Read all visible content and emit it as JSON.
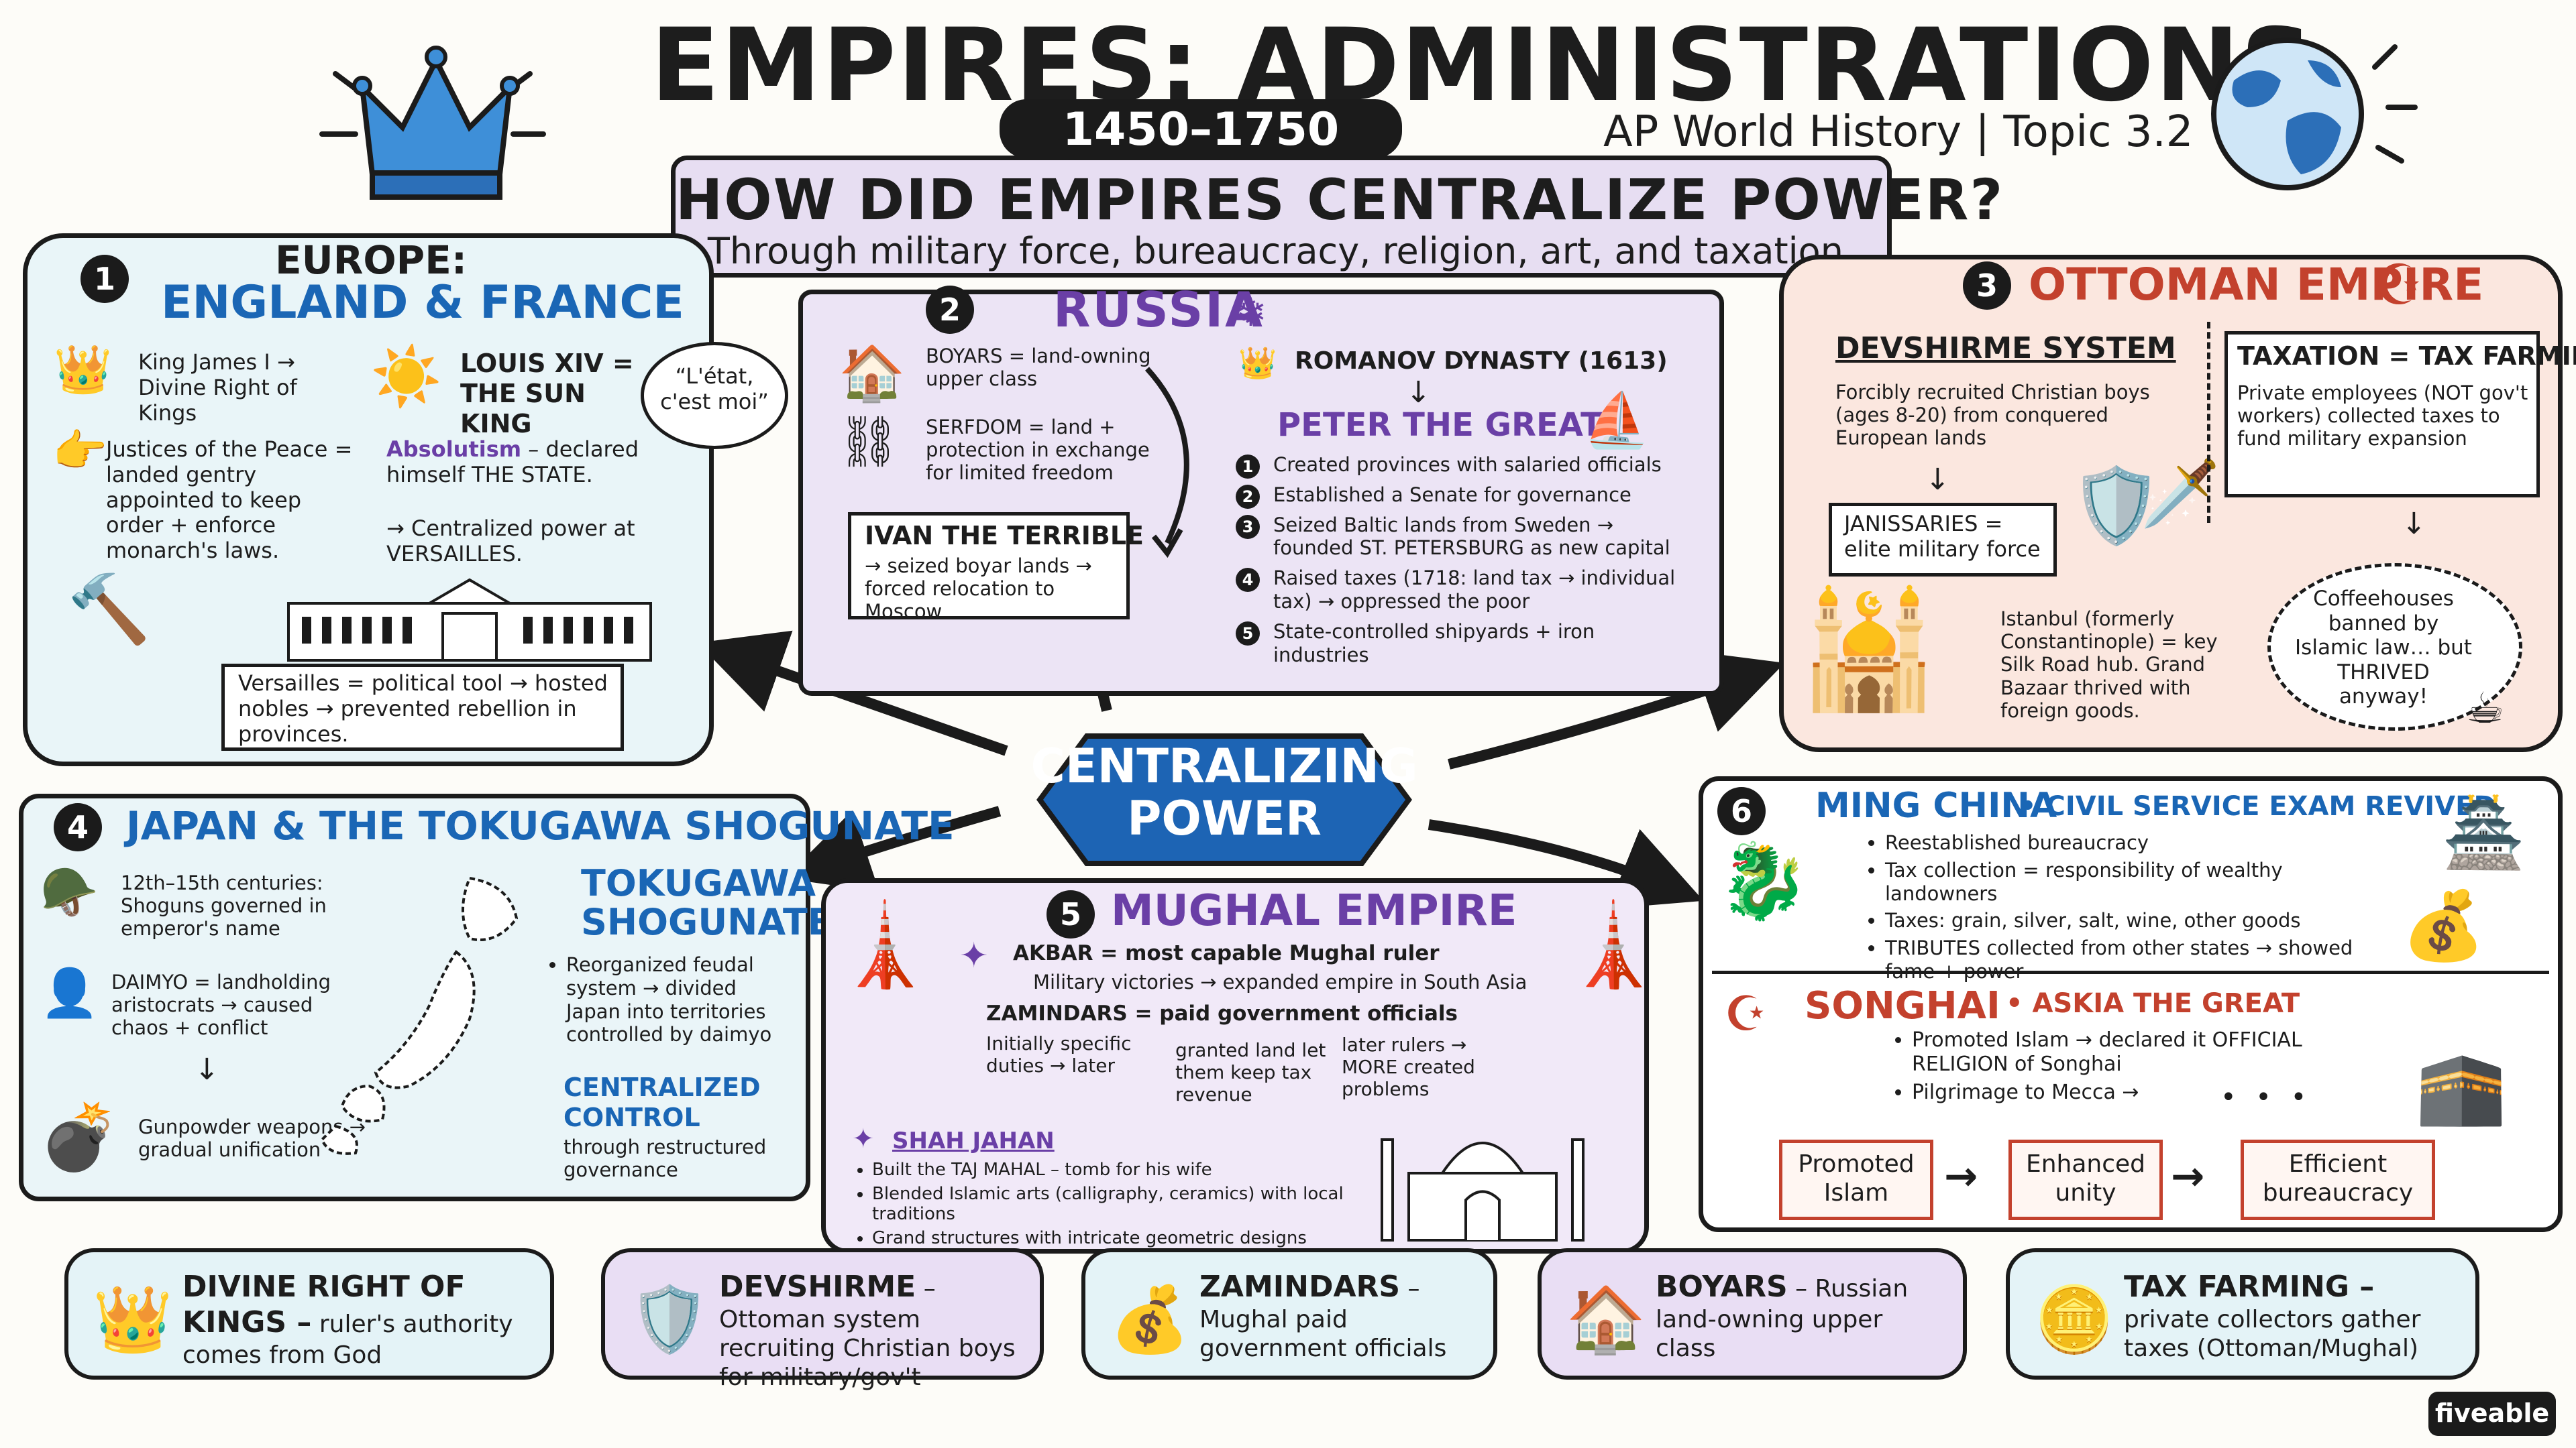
{
  "header": {
    "title": "EMPIRES: ADMINISTRATIONS",
    "years": "1450–1750",
    "subtitle": "AP World History | Topic 3.2",
    "question": "HOW DID EMPIRES CENTRALIZE POWER?",
    "answer": "Through military force, bureaucracy, religion, art, and taxation."
  },
  "center": {
    "label_line1": "CENTRALIZING",
    "label_line2": "POWER"
  },
  "europe": {
    "num": "1",
    "title_line1": "EUROPE:",
    "title_line2": "ENGLAND & FRANCE",
    "james": "King James I → Divine Right of Kings",
    "louis_title": "LOUIS XIV = THE SUN KING",
    "quote": "“L'état, c'est moi”",
    "justices": "Justices of the Peace = landed gentry appointed to keep order + enforce monarch's laws.",
    "absolutism_term": "Absolutism",
    "absolutism_text": "– declared himself THE STATE.",
    "centralized": "→ Centralized power at VERSAILLES.",
    "versailles": "Versailles = political tool → hosted nobles → prevented rebellion in provinces."
  },
  "russia": {
    "num": "2",
    "title": "RUSSIA",
    "boyars": "BOYARS = land-owning upper class",
    "serfdom": "SERFDOM = land + protection in exchange for limited freedom",
    "ivan_title": "IVAN THE TERRIBLE",
    "ivan_text": "→ seized boyar lands → forced relocation to Moscow",
    "romanov": "ROMANOV DYNASTY (1613)",
    "peter": "PETER THE GREAT",
    "items": [
      {
        "n": "1",
        "text": "Created provinces with salaried officials"
      },
      {
        "n": "2",
        "text": "Established a Senate for governance"
      },
      {
        "n": "3",
        "text": "Seized Baltic lands from Sweden → founded ST. PETERSBURG as new capital"
      },
      {
        "n": "4",
        "text": "Raised taxes (1718: land tax → individual tax) → oppressed the poor"
      },
      {
        "n": "5",
        "text": "State-controlled shipyards + iron industries"
      }
    ]
  },
  "ottoman": {
    "num": "3",
    "title": "OTTOMAN EMPIRE",
    "devshirme_title": "DEVSHIRME SYSTEM",
    "devshirme_text": "Forcibly recruited Christian boys (ages 8-20) from conquered European lands",
    "janissaries": "JANISSARIES = elite military force",
    "tax_title": "TAXATION = TAX FARMING",
    "tax_text": "Private employees (NOT gov't workers) collected taxes to fund military expansion",
    "istanbul": "Istanbul (formerly Constantinople) = key Silk Road hub. Grand Bazaar thrived with foreign goods.",
    "coffee": "Coffeehouses banned by Islamic law… but THRIVED anyway!"
  },
  "japan": {
    "num": "4",
    "title": "JAPAN & THE TOKUGAWA SHOGUNATE",
    "centuries": "12th–15th centuries: Shoguns governed in emperor's name",
    "daimyo": "DAIMYO = landholding aristocrats → caused chaos + conflict",
    "gunpowder": "Gunpowder weapons → gradual unification",
    "toku_title_line1": "TOKUGAWA",
    "toku_title_line2": "SHOGUNATE",
    "reorganized": "Reorganized feudal system → divided Japan into territories controlled by daimyo",
    "central_title": "CENTRALIZED CONTROL",
    "central_rest": "through restructured governance"
  },
  "mughal": {
    "num": "5",
    "title": "MUGHAL EMPIRE",
    "akbar": "AKBAR = most capable Mughal ruler",
    "akbar_sub": "Military victories → expanded empire in South Asia",
    "zamindars": "ZAMINDARS = paid government officials",
    "z_flow1": "Initially specific duties → later",
    "z_flow2": "granted land let them keep tax revenue",
    "z_flow3": "later rulers → MORE created problems",
    "shah": "SHAH JAHAN",
    "shah_items": [
      "Built the TAJ MAHAL – tomb for his wife",
      "Blended Islamic arts (calligraphy, ceramics) with local traditions",
      "Grand structures with intricate geometric designs"
    ]
  },
  "ming": {
    "num": "6",
    "title": "MING CHINA",
    "subtitle": "• CIVIL SERVICE EXAM REVIVED",
    "items": [
      "Reestablished bureaucracy",
      "Tax collection = responsibility of wealthy landowners",
      "Taxes: grain, silver, salt, wine, other goods",
      "TRIBUTES collected from other states → showed fame + power"
    ]
  },
  "songhai": {
    "title": "SONGHAI",
    "subtitle": "• ASKIA THE GREAT",
    "items": [
      "Promoted Islam → declared it OFFICIAL RELIGION of Songhai",
      "Pilgrimage to Mecca →"
    ],
    "flow": [
      "Promoted Islam",
      "Enhanced unity",
      "Efficient bureaucracy"
    ]
  },
  "glossary": [
    {
      "icon": "crown-icon",
      "term": "DIVINE RIGHT OF KINGS –",
      "def": "ruler's authority comes from God"
    },
    {
      "icon": "shield-icon",
      "term": "DEVSHIRME",
      "def": "– Ottoman system recruiting Christian boys for military/gov't"
    },
    {
      "icon": "money-bag-icon",
      "term": "ZAMINDARS",
      "def": "– Mughal paid government officials"
    },
    {
      "icon": "house-icon",
      "term": "BOYARS",
      "def": "– Russian land-owning upper class"
    },
    {
      "icon": "coins-icon",
      "term": "TAX FARMING –",
      "def": "private collectors gather taxes (Ottoman/Mughal)"
    }
  ],
  "brand": "fiveable",
  "colors": {
    "europe_bg": "#e9f5f8",
    "russia_bg": "#ece4f5",
    "ottoman_bg": "#fbe7df",
    "japan_bg": "#eaf5f8",
    "mughal_bg": "#f1e9f8",
    "ming_bg": "#ffffff",
    "center_blue": "#1d64b4",
    "purple": "#6a3fa6",
    "red": "#c3412d"
  }
}
